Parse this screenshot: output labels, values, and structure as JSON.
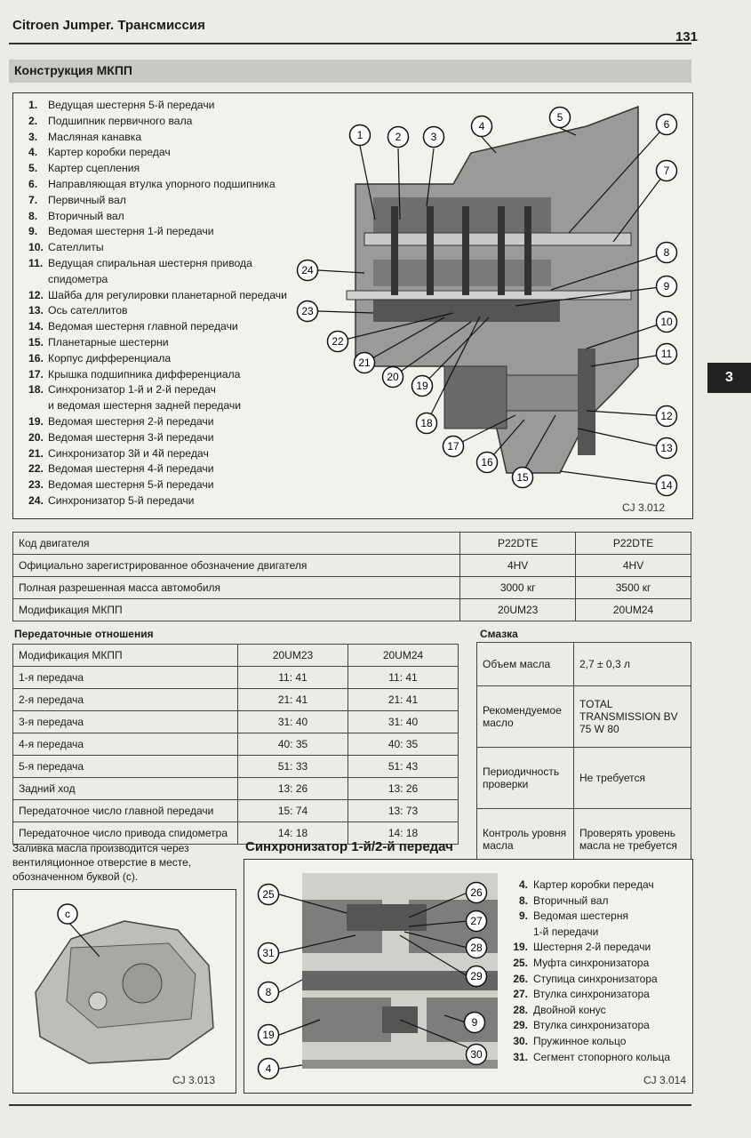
{
  "header": {
    "title": "Citroen Jumper. Трансмиссия",
    "page_number": "131"
  },
  "section_title": "Конструкция МКПП",
  "chapter_tab": "3",
  "parts": [
    {
      "num": "1.",
      "label": "Ведущая шестерня 5-й передачи"
    },
    {
      "num": "2.",
      "label": "Подшипник первичного вала"
    },
    {
      "num": "3.",
      "label": "Масляная канавка"
    },
    {
      "num": "4.",
      "label": "Картер коробки передач"
    },
    {
      "num": "5.",
      "label": "Картер сцепления"
    },
    {
      "num": "6.",
      "label": "Направляющая втулка упорного подшипника"
    },
    {
      "num": "7.",
      "label": "Первичный вал"
    },
    {
      "num": "8.",
      "label": "Вторичный вал"
    },
    {
      "num": "9.",
      "label": "Ведомая шестерня 1-й передачи"
    },
    {
      "num": "10.",
      "label": "Сателлиты"
    },
    {
      "num": "11.",
      "label": "Ведущая спиральная шестерня привода"
    },
    {
      "num": "",
      "label": "спидометра"
    },
    {
      "num": "12.",
      "label": "Шайба для регулировки планетарной передачи"
    },
    {
      "num": "13.",
      "label": "Ось сателлитов"
    },
    {
      "num": "14.",
      "label": "Ведомая шестерня главной передачи"
    },
    {
      "num": "15.",
      "label": "Планетарные шестерни"
    },
    {
      "num": "16.",
      "label": "Корпус дифференциала"
    },
    {
      "num": "17.",
      "label": "Крышка подшипника дифференциала"
    },
    {
      "num": "18.",
      "label": "Синхронизатор 1-й и 2-й передач"
    },
    {
      "num": "",
      "label": "и ведомая шестерня задней передачи"
    },
    {
      "num": "19.",
      "label": "Ведомая шестерня 2-й передачи"
    },
    {
      "num": "20.",
      "label": "Ведомая шестерня 3-й передачи"
    },
    {
      "num": "21.",
      "label": "Синхронизатор 3й и 4й передач"
    },
    {
      "num": "22.",
      "label": "Ведомая шестерня 4-й передачи"
    },
    {
      "num": "23.",
      "label": "Ведомая шестерня 5-й передачи"
    },
    {
      "num": "24.",
      "label": "Синхронизатор 5-й передачи"
    }
  ],
  "figure1": {
    "caption": "CJ 3.012",
    "callouts": [
      "1",
      "2",
      "3",
      "4",
      "5",
      "6",
      "7",
      "8",
      "9",
      "10",
      "11",
      "12",
      "13",
      "14",
      "15",
      "16",
      "17",
      "18",
      "19",
      "20",
      "21",
      "22",
      "23",
      "24"
    ]
  },
  "engine_table": {
    "rows": [
      [
        "Код двигателя",
        "P22DTE",
        "P22DTE"
      ],
      [
        "Официально зарегистрированное обозначение двигателя",
        "4HV",
        "4HV"
      ],
      [
        "Полная разрешенная масса автомобиля",
        "3000 кг",
        "3500 кг"
      ],
      [
        "Модификация МКПП",
        "20UM23",
        "20UM24"
      ]
    ]
  },
  "ratios": {
    "title": "Передаточные отношения",
    "header": [
      "Модификация МКПП",
      "20UM23",
      "20UM24"
    ],
    "rows": [
      [
        "1-я передача",
        "11: 41",
        "11: 41"
      ],
      [
        "2-я передача",
        "21: 41",
        "21: 41"
      ],
      [
        "3-я передача",
        "31: 40",
        "31: 40"
      ],
      [
        "4-я передача",
        "40: 35",
        "40: 35"
      ],
      [
        "5-я передача",
        "51: 33",
        "51: 43"
      ],
      [
        "Задний ход",
        "13: 26",
        "13: 26"
      ],
      [
        "Передаточное число главной передачи",
        "15: 74",
        "13: 73"
      ],
      [
        "Передаточное число привода спидометра",
        "14: 18",
        "14: 18"
      ]
    ]
  },
  "lubrication": {
    "title": "Смазка",
    "rows": [
      [
        "Объем масла",
        "2,7 ± 0,3 л"
      ],
      [
        "Рекомендуемое масло",
        "TOTAL TRANSMISSION BV 75 W 80"
      ],
      [
        "Периодичность проверки",
        "Не требуется"
      ],
      [
        "Контроль уровня масла",
        "Проверять уровень масла не требуется"
      ]
    ]
  },
  "fill_note": "Заливка масла производится через вентиляционное отверстие в месте, обозначенном буквой (с).",
  "figure2": {
    "caption": "CJ 3.013",
    "callout": "c"
  },
  "sync": {
    "title": "Синхронизатор 1-й/2-й передач",
    "caption": "CJ 3.014",
    "callouts": [
      "25",
      "26",
      "27",
      "28",
      "29",
      "30",
      "31",
      "8",
      "9",
      "19",
      "4"
    ],
    "items": [
      {
        "num": "4.",
        "label": "Картер коробки передач"
      },
      {
        "num": "8.",
        "label": "Вторичный вал"
      },
      {
        "num": "9.",
        "label": "Ведомая шестерня"
      },
      {
        "num": "",
        "label": "1-й передачи"
      },
      {
        "num": "19.",
        "label": "Шестерня 2-й передачи"
      },
      {
        "num": "25.",
        "label": "Муфта синхронизатора"
      },
      {
        "num": "26.",
        "label": "Ступица синхронизатора"
      },
      {
        "num": "27.",
        "label": "Втулка синхронизатора"
      },
      {
        "num": "28.",
        "label": "Двойной конус"
      },
      {
        "num": "29.",
        "label": "Втулка синхронизатора"
      },
      {
        "num": "30.",
        "label": "Пружинное кольцо"
      },
      {
        "num": "31.",
        "label": "Сегмент стопорного кольца"
      }
    ]
  }
}
